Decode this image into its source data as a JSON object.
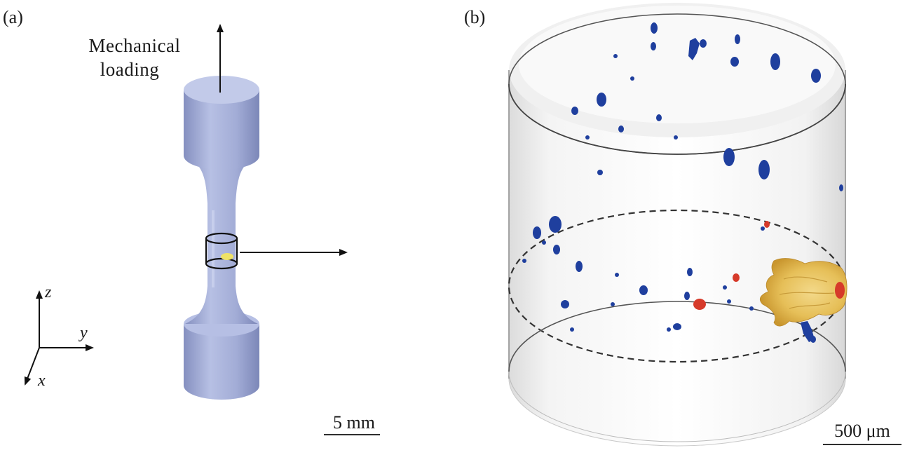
{
  "panel_a": {
    "label": "(a)",
    "loading_text": [
      "Mechanical",
      "loading"
    ],
    "axes": {
      "z": "z",
      "y": "y",
      "x": "x"
    },
    "scale_bar": "5 mm"
  },
  "panel_b": {
    "label": "(b)",
    "scale_bar": "500 μm"
  },
  "colors": {
    "specimen": "#a9b3da",
    "pore": "#1f3f9e",
    "crack": "#e8c25a",
    "crack_initiation": "#d63a2a"
  }
}
